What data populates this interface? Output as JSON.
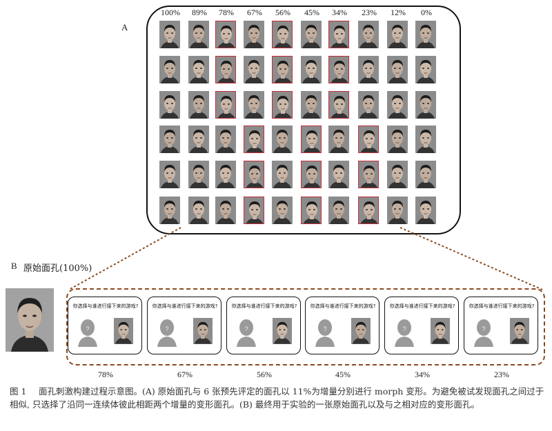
{
  "panel_a": {
    "label": "A",
    "percentages": [
      "100%",
      "89%",
      "78%",
      "67%",
      "56%",
      "45%",
      "34%",
      "23%",
      "12%",
      "0%"
    ],
    "rows": 6
  },
  "panel_b": {
    "label": "B",
    "title": "原始面孔(100%)",
    "card_question": "你选择与谁进行接下来的游戏?",
    "card_placeholder": "?",
    "card_percentages": [
      "78%",
      "67%",
      "56%",
      "45%",
      "34%",
      "23%"
    ]
  },
  "caption": {
    "figure_label": "图 1",
    "text": "面孔刺激构建过程示意图。(A) 原始面孔与 6 张预先评定的面孔以 11%为增量分别进行 morph 变形。为避免被试发现面孔之间过于相似, 只选择了沿同一连续体彼此相距两个增量的变形面孔。(B) 最终用于实验的一张原始面孔以及与之相对应的变形面孔。"
  },
  "colors": {
    "highlight_border": "#c0303a",
    "dashed_connector": "#8b4a1e"
  }
}
